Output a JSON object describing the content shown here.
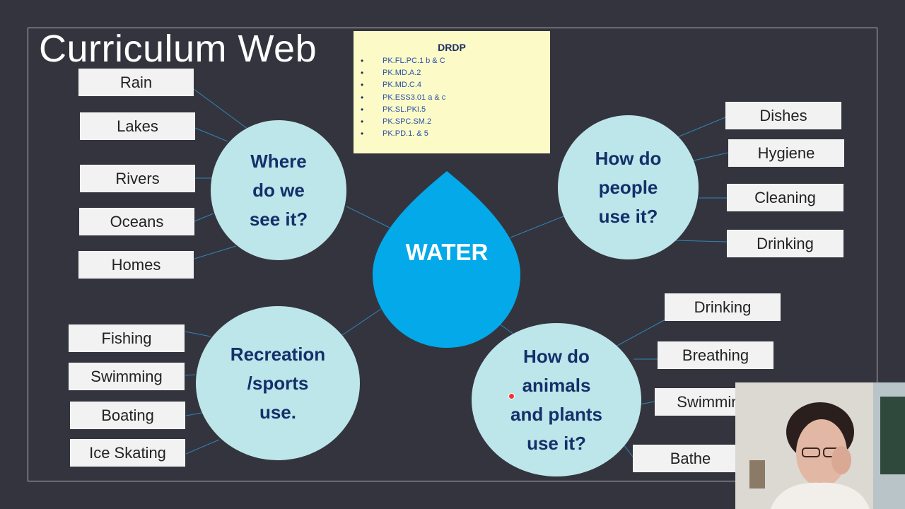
{
  "title": "Curriculum Web",
  "drdp": {
    "heading": "DRDP",
    "items": [
      "PK.FL.PC.1 b & C",
      "PK.MD.A.2",
      "PK.MD.C.4",
      "PK.ESS3.01 a & c",
      "PK.SL.PKI.5",
      "PK.SPC.SM.2",
      "PK.PD.1.  & 5"
    ]
  },
  "center": {
    "label": "WATER"
  },
  "hubs": {
    "where": {
      "lines": [
        "Where",
        "do we",
        "see it?"
      ]
    },
    "people": {
      "lines": [
        "How do",
        "people",
        "use it?"
      ]
    },
    "recreation": {
      "lines": [
        "Recreation",
        "/sports",
        "use."
      ]
    },
    "animals": {
      "lines": [
        "How do",
        "animals",
        "and plants",
        "use it?"
      ]
    }
  },
  "where_items": [
    "Rain",
    "Lakes",
    "Rivers",
    "Oceans",
    "Homes"
  ],
  "people_items": [
    "Dishes",
    "Hygiene",
    "Cleaning",
    "Drinking"
  ],
  "recreation_items": [
    "Fishing",
    "Swimming",
    "Boating",
    "Ice Skating"
  ],
  "animals_items": [
    "Drinking",
    "Breathing",
    "Swimming",
    "Bathe"
  ],
  "colors": {
    "background": "#34343f",
    "hub_fill": "#bde6ea",
    "hub_text": "#14306a",
    "water_drop": "#03a9e8",
    "note_fill": "#fcfbc7"
  },
  "icons": {
    "center": "water-drop-icon"
  }
}
